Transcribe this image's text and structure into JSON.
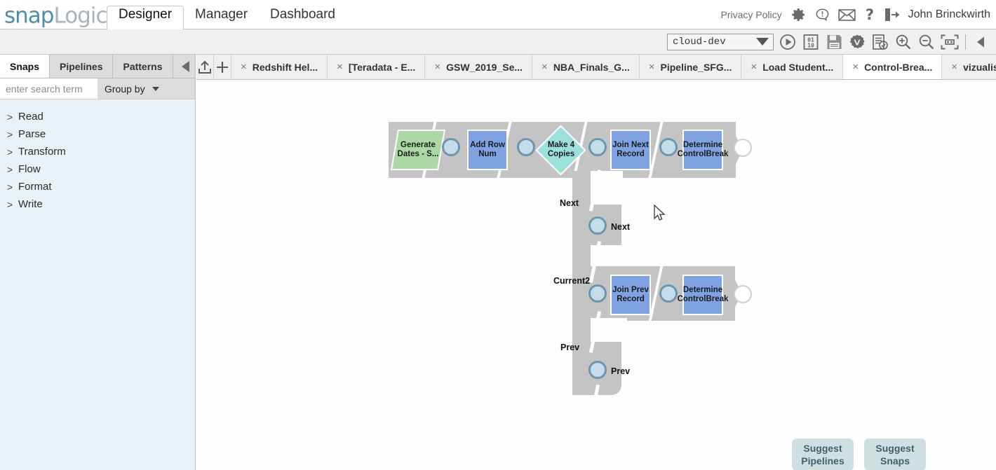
{
  "app": {
    "logo_part1": "snap",
    "logo_part2": "Logic",
    "logo_dot": "·"
  },
  "header": {
    "main_tabs": [
      {
        "label": "Designer",
        "active": true
      },
      {
        "label": "Manager",
        "active": false
      },
      {
        "label": "Dashboard",
        "active": false
      }
    ],
    "privacy_policy": "Privacy Policy",
    "user_name": "John Brinckwirth",
    "icons": [
      "gear-icon",
      "alert-bubble-icon",
      "mail-icon",
      "help-icon",
      "logout-icon"
    ]
  },
  "toolbar": {
    "environment": "cloud-dev",
    "buttons": [
      "execute-pipeline-icon",
      "binary-data-icon",
      "save-icon",
      "validate-icon",
      "notes-icon",
      "zoom-in-icon",
      "zoom-out-icon",
      "fit-to-screen-icon",
      "collapse-panel-icon"
    ]
  },
  "sidebar": {
    "tabs": [
      {
        "label": "Snaps",
        "active": true
      },
      {
        "label": "Pipelines",
        "active": false
      },
      {
        "label": "Patterns",
        "active": false
      }
    ],
    "search_placeholder": "enter search term",
    "search_value": "",
    "group_by_label": "Group by",
    "categories": [
      {
        "expander": ">",
        "label": "Read"
      },
      {
        "expander": ">",
        "label": "Parse"
      },
      {
        "expander": ">",
        "label": "Transform"
      },
      {
        "expander": ">",
        "label": "Flow"
      },
      {
        "expander": ">",
        "label": "Format"
      },
      {
        "expander": ">",
        "label": "Write"
      }
    ]
  },
  "tabbar": {
    "upload_icon": "upload-icon",
    "add_icon": "plus-icon",
    "close_glyph": "×",
    "tabs": [
      {
        "label": "Redshift Hel...",
        "active": false
      },
      {
        "label": "[Teradata - E...",
        "active": false
      },
      {
        "label": "GSW_2019_Se...",
        "active": false
      },
      {
        "label": "NBA_Finals_G...",
        "active": false
      },
      {
        "label": "Pipeline_SFG...",
        "active": false
      },
      {
        "label": "Load Student...",
        "active": false
      },
      {
        "label": "Control-Brea...",
        "active": true
      },
      {
        "label": "vizualisatio",
        "active": false
      }
    ]
  },
  "pipeline": {
    "snaps": [
      {
        "id": "generate-dates",
        "label": "Generate Dates - S...",
        "shape": "parallelogram",
        "color": "#abd8a5"
      },
      {
        "id": "add-row-num",
        "label": "Add Row Num",
        "shape": "square",
        "color": "#7ea2e2"
      },
      {
        "id": "make-4-copies",
        "label": "Make 4 Copies",
        "shape": "diamond",
        "color": "#9ce0dc"
      },
      {
        "id": "join-next-record",
        "label": "Join Next Record",
        "shape": "square",
        "color": "#7ea2e2"
      },
      {
        "id": "determine-controlbreak-1",
        "label": "Determine ControlBreak",
        "shape": "square",
        "color": "#7ea2e2"
      },
      {
        "id": "join-prev-record",
        "label": "Join Prev Record",
        "shape": "square",
        "color": "#7ea2e2"
      },
      {
        "id": "determine-controlbreak-2",
        "label": "Determine ControlBreak",
        "shape": "square",
        "color": "#7ea2e2"
      }
    ],
    "link_labels": [
      {
        "id": "next-left",
        "text": "Next"
      },
      {
        "id": "next-right",
        "text": "Next"
      },
      {
        "id": "current2",
        "text": "Current2"
      },
      {
        "id": "prev-left",
        "text": "Prev"
      },
      {
        "id": "prev-right",
        "text": "Prev"
      }
    ],
    "colors": {
      "track": "#c4c4c4",
      "connector_fill": "#c5dcea",
      "connector_border": "#6d96ad",
      "canvas": "#fefefe"
    }
  },
  "footer": {
    "suggest_pipelines": "Suggest\nPipelines",
    "suggest_pipelines_line1": "Suggest",
    "suggest_pipelines_line2": "Pipelines",
    "suggest_snaps_line1": "Suggest",
    "suggest_snaps_line2": "Snaps"
  }
}
